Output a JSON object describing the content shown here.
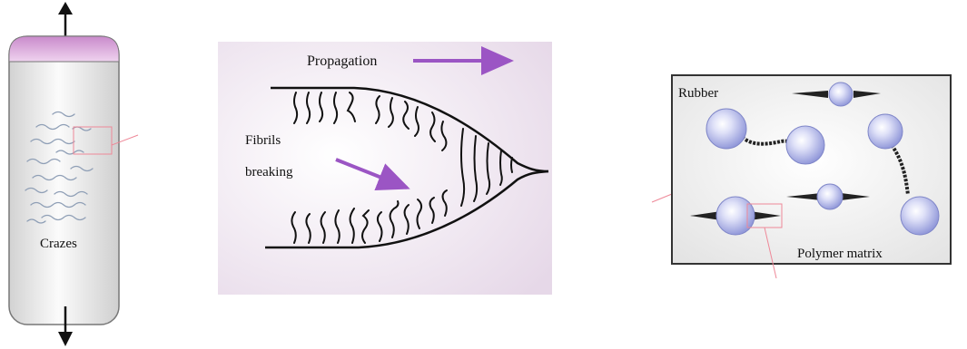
{
  "panels": {
    "specimen": {
      "label": "Crazes"
    },
    "craze_tip": {
      "propagation_label": "Propagation",
      "fibrils_label_line1": "Fibrils",
      "fibrils_label_line2": "breaking"
    },
    "rubber_matrix": {
      "rubber_label": "Rubber",
      "matrix_label": "Polymer matrix"
    }
  },
  "colors": {
    "specimen_cap": "#d9a6dd",
    "panel_bg": "#eee3ee",
    "arrow_purple": "#9b55c4",
    "particle": "#aab0e6",
    "guide_line": "#ee8898",
    "matrix_bg": "#ececec"
  }
}
